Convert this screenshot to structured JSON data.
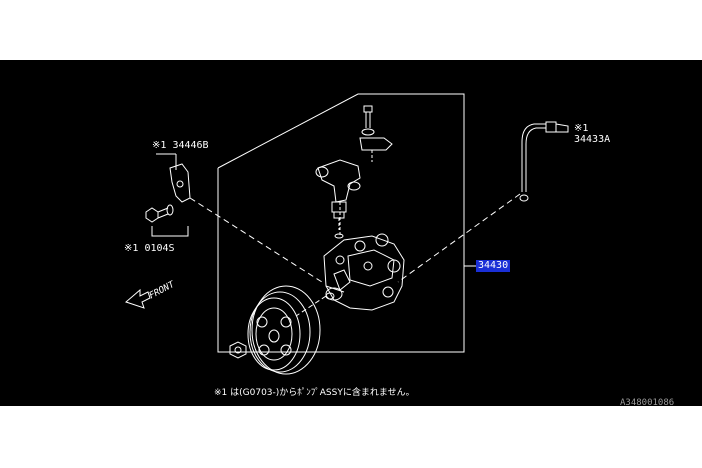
{
  "diagram": {
    "labels": {
      "bracket_ref": "※1",
      "bracket_part": "34446B",
      "bolt_ref": "※1",
      "bolt_part": "0104S",
      "hose_ref": "※1",
      "hose_part": "34433A",
      "pump_assy_part": "34430",
      "front": "FRONT",
      "footnote": "※1 は(G0703-)からﾎﾟﾝﾌﾟASSYに含まれません。",
      "figure_code": "A348001086"
    },
    "colors": {
      "background": "#000000",
      "line": "#ffffff",
      "highlight": "#1a2fd6"
    }
  }
}
